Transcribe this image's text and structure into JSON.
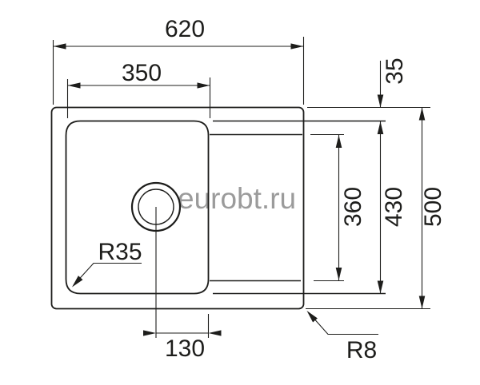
{
  "watermark": {
    "text": "eurobt.ru"
  },
  "dimensions": {
    "overall_width": "620",
    "bowl_width": "350",
    "rim_to_bowl_top": "35",
    "drainboard_length": "360",
    "basin_length": "430",
    "overall_depth": "500",
    "drain_center_offset": "130",
    "bowl_corner_radius": "R35",
    "outer_corner_radius": "R8"
  },
  "colors": {
    "line": "#1d1d1b",
    "watermark": "#9b9b9b",
    "background": "#ffffff"
  }
}
